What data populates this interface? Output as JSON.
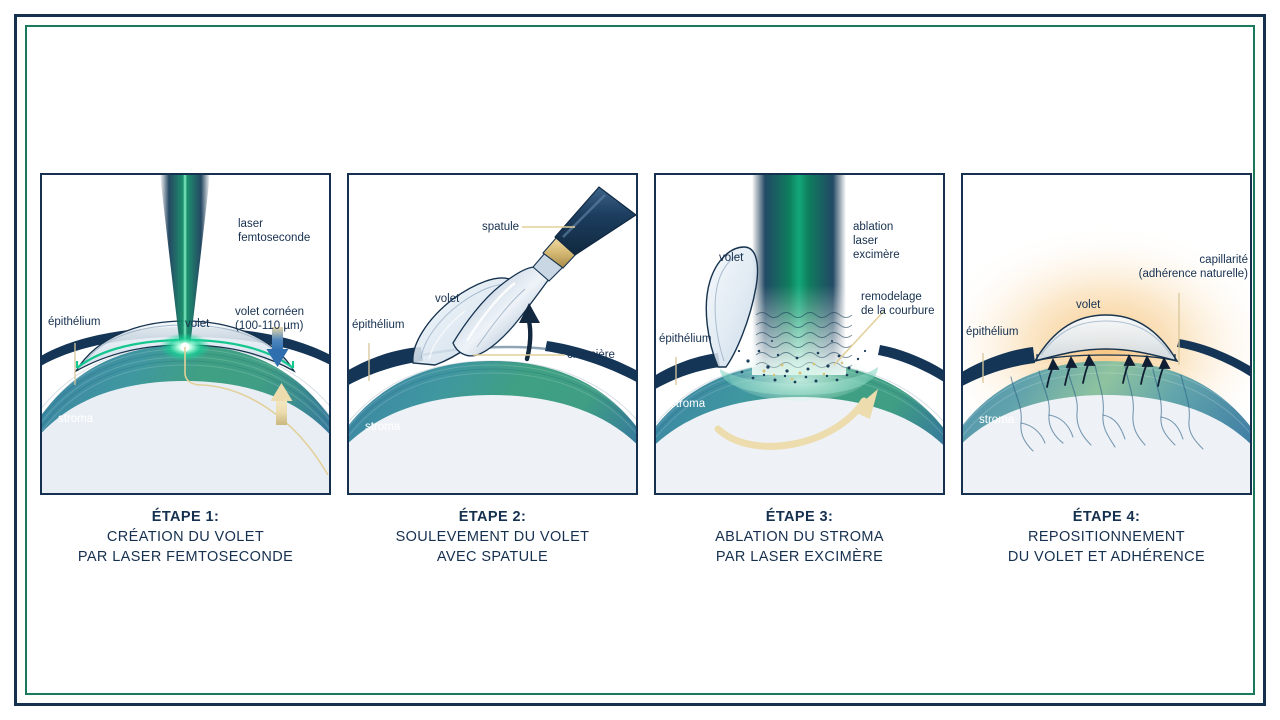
{
  "frame": {
    "outer_color": "#16304f",
    "inner_color": "#1b7a5a"
  },
  "palette": {
    "navy": "#16304f",
    "teal_green": "#1b7a5a",
    "stroma_blue": "#3f7fa8",
    "stroma_green": "#3f9e82",
    "flap_glass": "#dfe9f2",
    "tan": "#e8d8a8",
    "laser_green": "#12b981",
    "arrow_blue": "#2f6fb0",
    "glow_orange": "#f2b15c"
  },
  "panels": [
    {
      "id": "panel-1",
      "labels": {
        "laser": "laser\nfemtoseconde",
        "laser_line1": "laser",
        "laser_line2": "femtoseconde",
        "epithelium": "épithélium",
        "volet": "volet",
        "flap_line1": "volet cornéen",
        "flap_line2": "(100-110 µm)",
        "stroma": "stroma"
      }
    },
    {
      "id": "panel-2",
      "labels": {
        "spatule": "spatule",
        "volet": "volet",
        "epithelium": "épithélium",
        "charniere": "charnière",
        "stroma": "stroma"
      }
    },
    {
      "id": "panel-3",
      "labels": {
        "ablation_line1": "ablation",
        "ablation_line2": "laser",
        "ablation_line3": "excimère",
        "remodelage_line1": "remodelage",
        "remodelage_line2": "de la courbure",
        "volet": "volet",
        "epithelium": "épithélium",
        "stroma": "stroma"
      }
    },
    {
      "id": "panel-4",
      "labels": {
        "capillarite_line1": "capillarité",
        "capillarite_line2": "(adhérence naturelle)",
        "volet": "volet",
        "epithelium": "épithélium",
        "stroma": "stroma"
      }
    }
  ],
  "captions": [
    {
      "step": "ÉTAPE 1:",
      "line1": "CRÉATION DU VOLET",
      "line2": "PAR LASER FEMTOSECONDE"
    },
    {
      "step": "ÉTAPE 2:",
      "line1": "SOULEVEMENT DU VOLET",
      "line2": "AVEC SPATULE"
    },
    {
      "step": "ÉTAPE 3:",
      "line1": "ABLATION DU STROMA",
      "line2": "PAR LASER EXCIMÈRE"
    },
    {
      "step": "ÉTAPE 4:",
      "line1": "REPOSITIONNEMENT",
      "line2": "DU VOLET ET ADHÉRENCE"
    }
  ]
}
